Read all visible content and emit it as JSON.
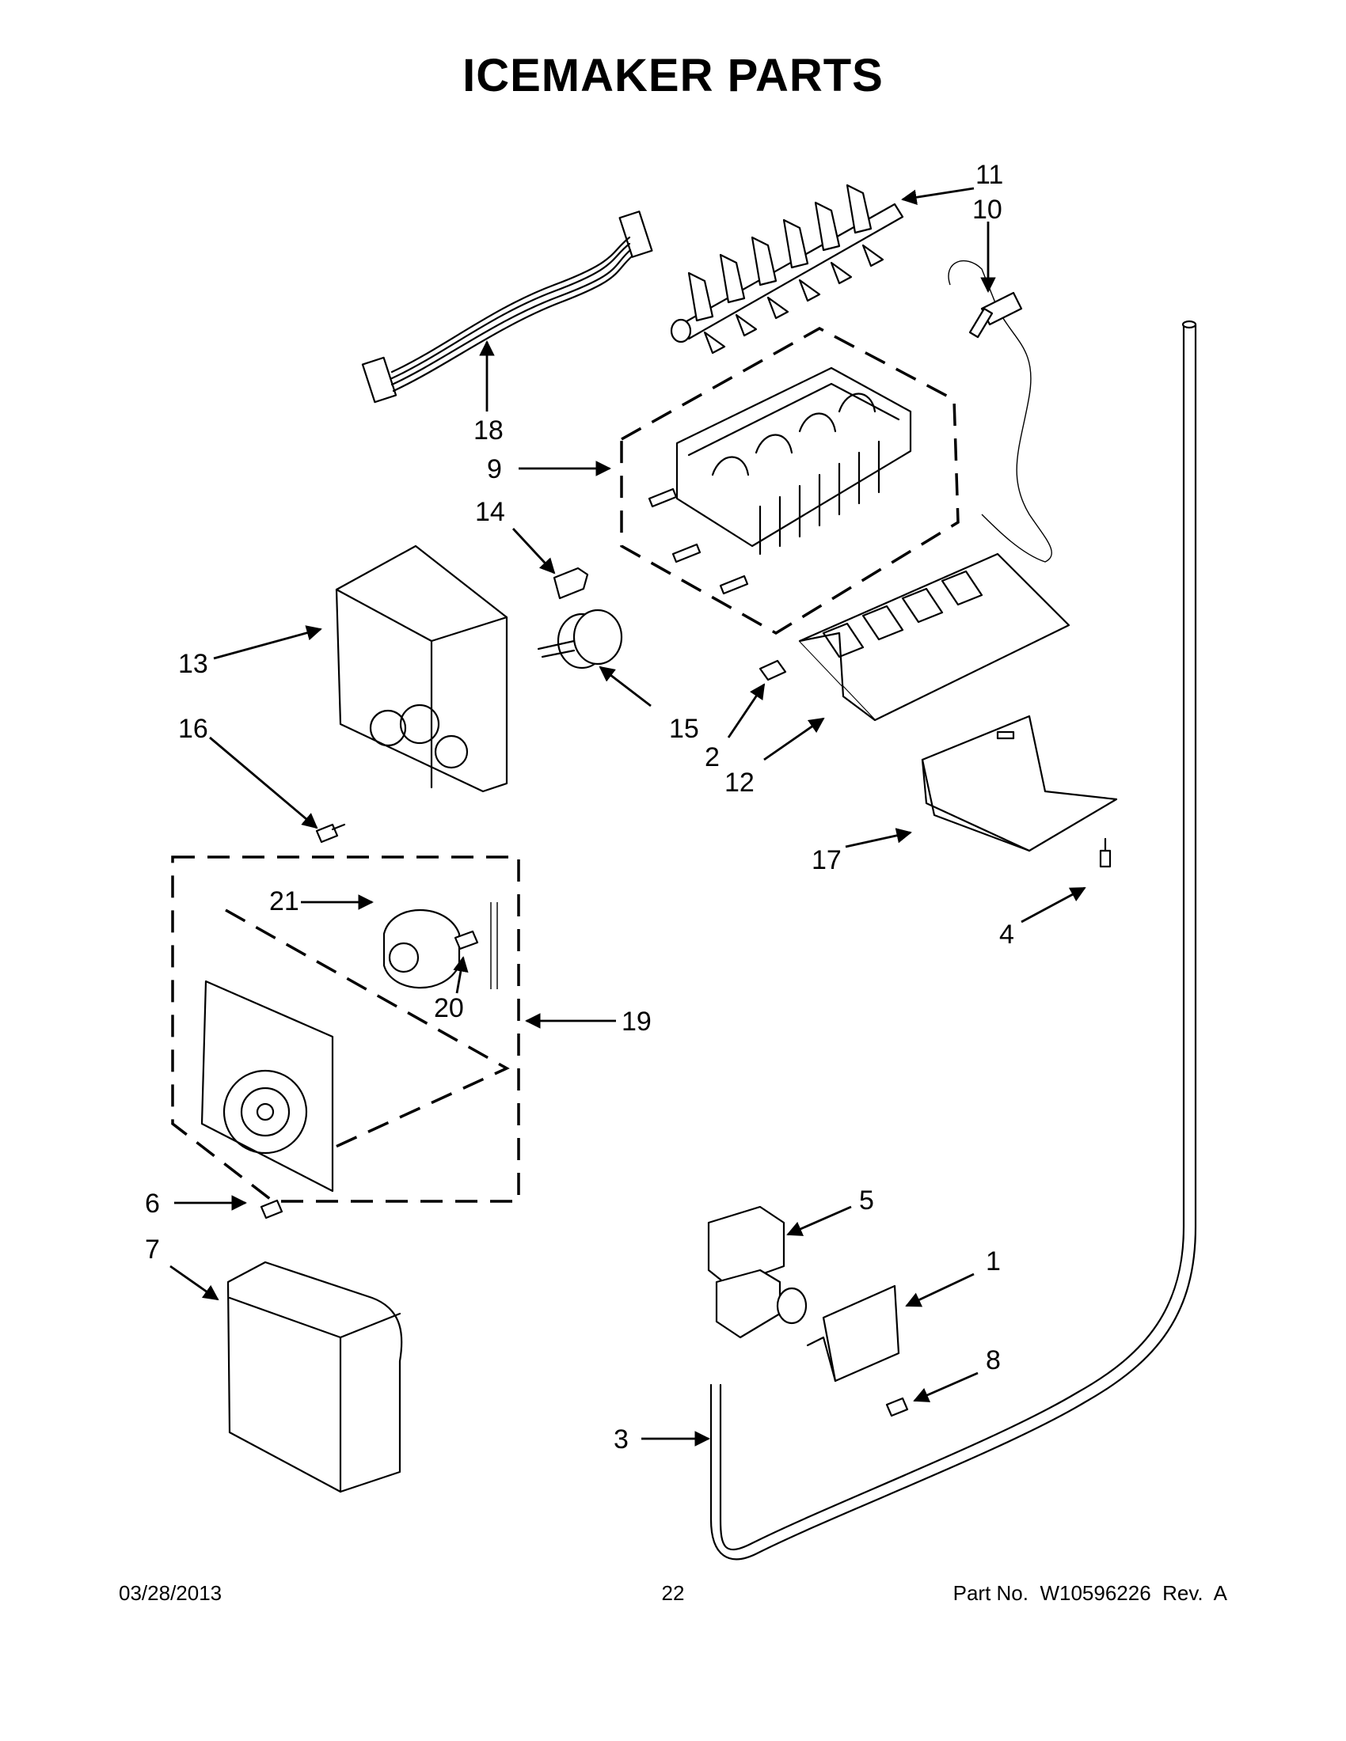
{
  "title": "ICEMAKER PARTS",
  "callouts": [
    "1",
    "2",
    "3",
    "4",
    "5",
    "6",
    "7",
    "8",
    "9",
    "10",
    "11",
    "12",
    "13",
    "14",
    "15",
    "16",
    "17",
    "18",
    "19",
    "20",
    "21"
  ],
  "footer": {
    "date": "03/28/2013",
    "page": "22",
    "part_no": "Part No.  W10596226  Rev.  A"
  }
}
